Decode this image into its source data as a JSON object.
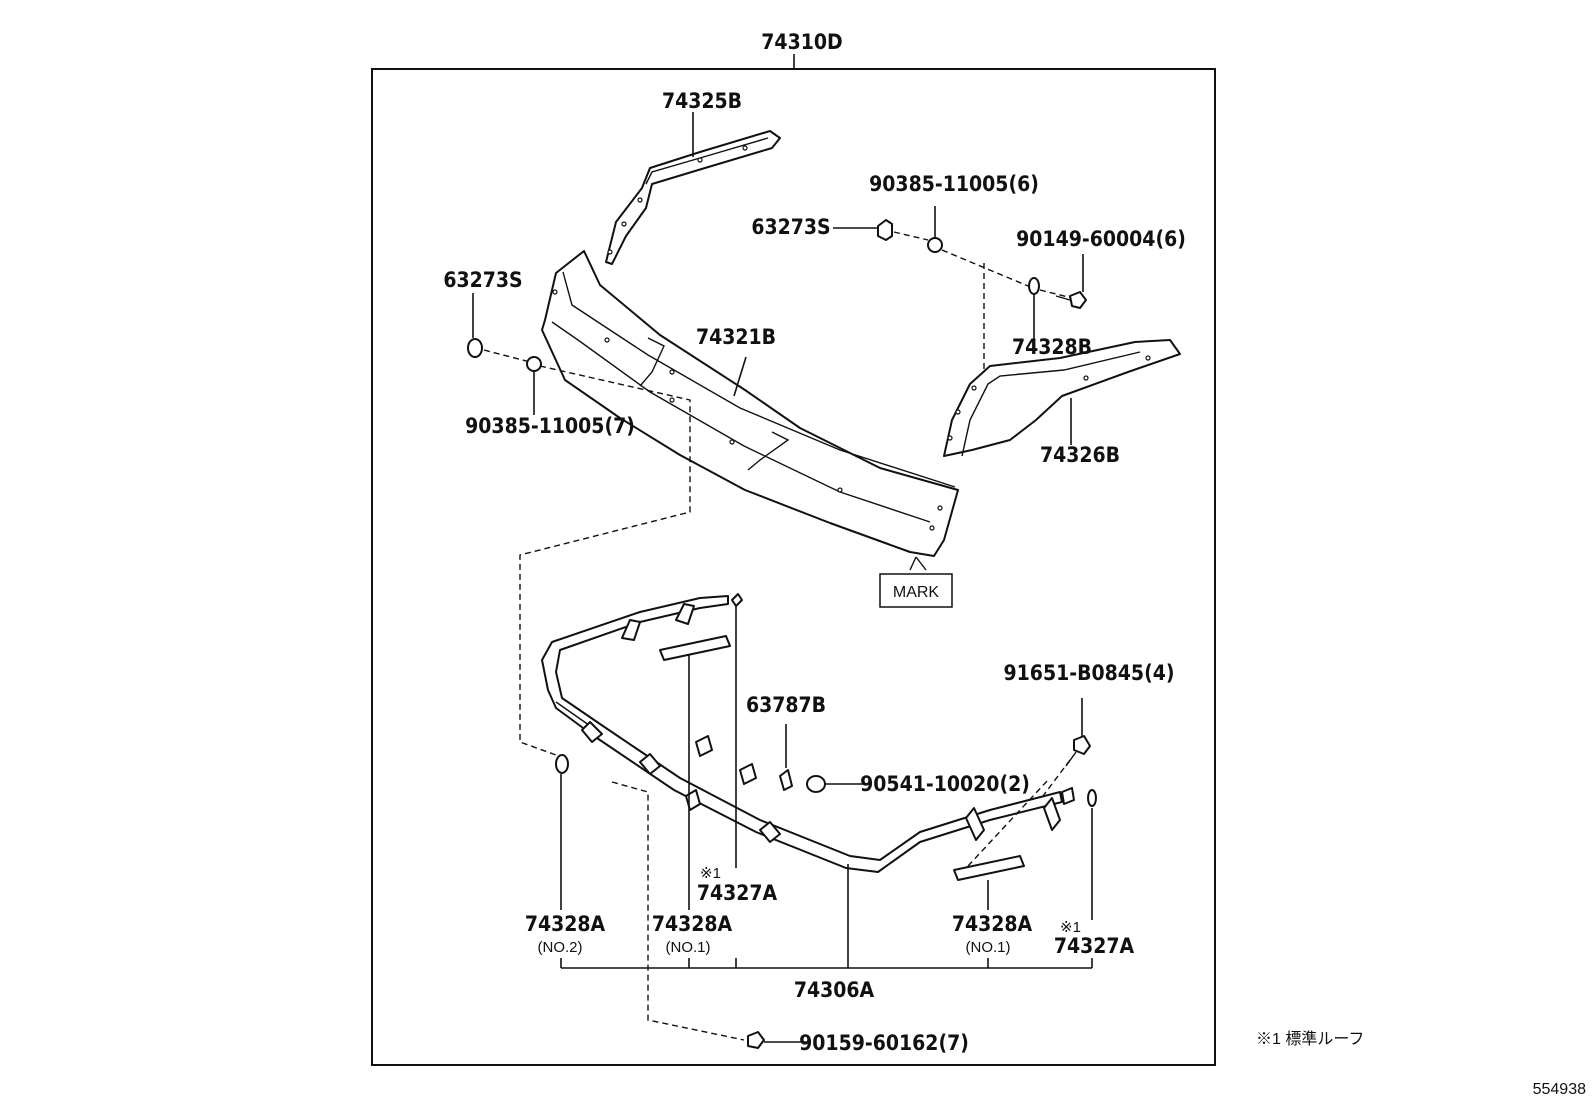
{
  "labels": {
    "assembly": "74310D",
    "front_left_trim": "74325B",
    "clip_right": "63273S",
    "nut_right": "90385-11005(6)",
    "screw_right": "90149-60004(6)",
    "clip_left": "63273S",
    "center_panel": "74321B",
    "spacer_right": "74328B",
    "nut_left": "90385-11005(7)",
    "right_trim": "74326B",
    "mark": "MARK",
    "cap": "63787B",
    "bolt": "91651-B0845(4)",
    "grommet": "90541-10020(2)",
    "note_marker_left": "※1",
    "pad_left_code": "74327A",
    "cushion_no2": "74328A",
    "cushion_no2_sub": "(NO.2)",
    "cushion_no1_left": "74328A",
    "cushion_no1_left_sub": "(NO.1)",
    "cushion_no1_right": "74328A",
    "cushion_no1_right_sub": "(NO.1)",
    "note_marker_right": "※1",
    "pad_right_code": "74327A",
    "frame": "74306A",
    "screw_bottom": "90159-60162(7)",
    "footnote": "※1 標準ルーフ",
    "figure_number": "554938"
  }
}
